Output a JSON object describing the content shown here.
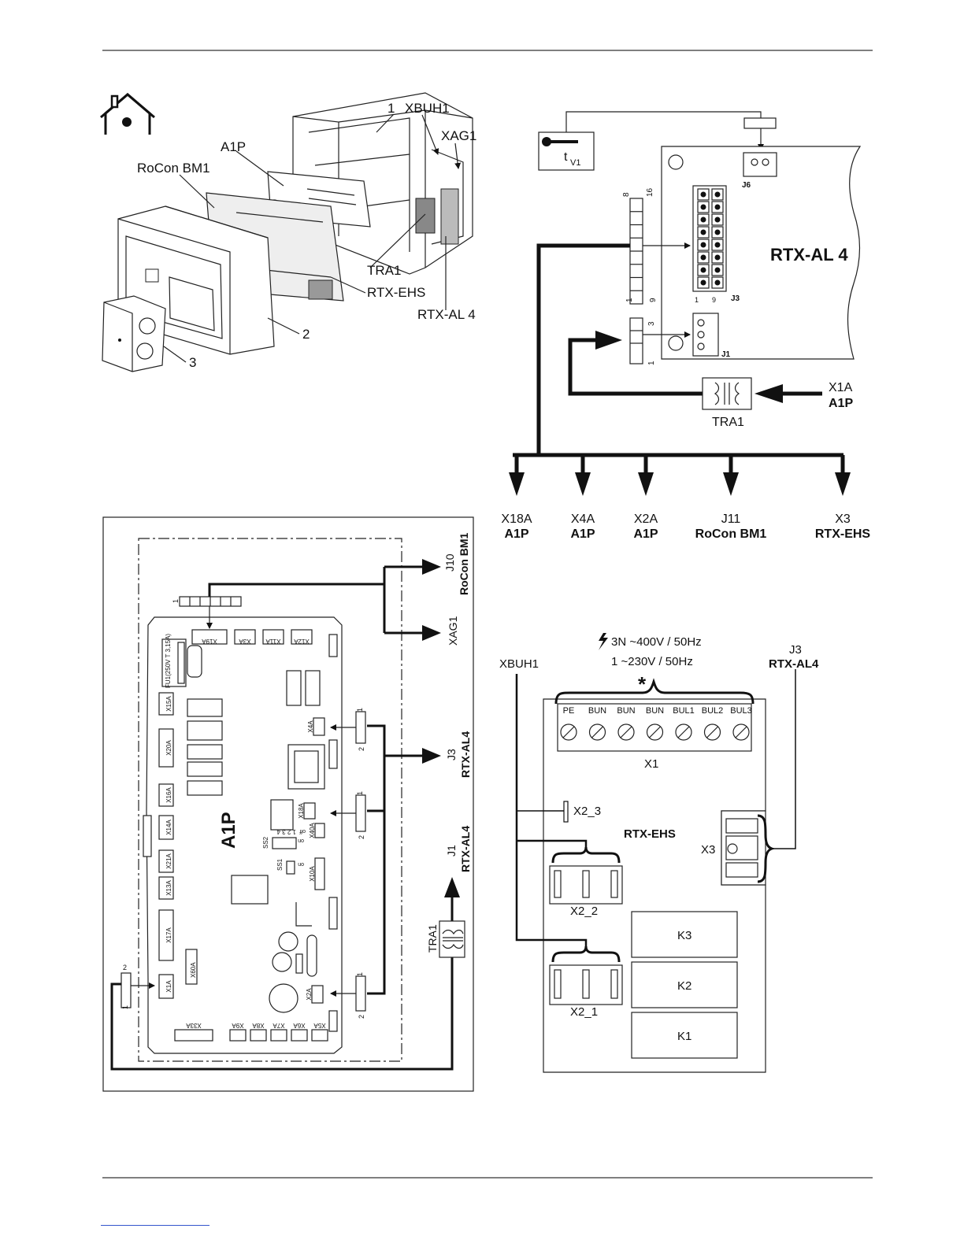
{
  "component_view": {
    "callout_1": "1",
    "callout_2": "2",
    "callout_3": "3",
    "label_xbuh1": "XBUH1",
    "label_xag1": "XAG1",
    "label_a1p": "A1P",
    "label_rocon": "RoCon BM1",
    "label_tra1": "TRA1",
    "label_rtx_ehs": "RTX-EHS",
    "label_rtx_al4": "RTX-AL 4",
    "home_icon": "house-with-dot-icon"
  },
  "rtx_al4_diagram": {
    "sensor_t": "t",
    "sensor_sub": "V1",
    "board_title": "RTX-AL 4",
    "j6": "J6",
    "j3": "J3",
    "j1": "J1",
    "conn_top_8": "8",
    "conn_top_16": "16",
    "conn_bot_1": "1",
    "conn_bot_9": "9",
    "j3_pin1": "1",
    "j3_pin9": "9",
    "conn_j1_3": "3",
    "conn_j1_1": "1",
    "tra1": "TRA1",
    "input_conn": "X1A",
    "input_board": "A1P",
    "outputs": [
      {
        "conn": "X18A",
        "board": "A1P"
      },
      {
        "conn": "X4A",
        "board": "A1P"
      },
      {
        "conn": "X2A",
        "board": "A1P"
      },
      {
        "conn": "J11",
        "board": "RoCon BM1"
      },
      {
        "conn": "X3",
        "board": "RTX-EHS"
      }
    ]
  },
  "a1p_diagram": {
    "board_name": "A1P",
    "conn_labels": [
      "X19A",
      "X3A",
      "X11A",
      "X12A"
    ],
    "left_conns": [
      "X15A",
      "X20A",
      "X16A",
      "X14A",
      "X21A",
      "X13A",
      "X17A",
      "X1A"
    ],
    "bottom_conns": [
      "X33A",
      "X9A",
      "X8A",
      "X7A",
      "X6A",
      "X5A"
    ],
    "right_conns": [
      "X4A",
      "X18A",
      "X40A",
      "X10A",
      "X2A"
    ],
    "x60a": "X60A",
    "fuse": "FU1(250V T 3,15A)",
    "ss1": "SS1",
    "ss2": "SS2",
    "ss_on": "on",
    "ss_off": "off",
    "ss_numbers": "1 2 3 4",
    "pin1": "1",
    "pin2": "2",
    "out_j10_conn": "J10",
    "out_j10_board": "RoCon BM1",
    "out_xag1": "XAG1",
    "out_j3_conn": "J3",
    "out_j3_board": "RTX-AL4",
    "out_j1_conn": "J1",
    "out_j1_board": "RTX-AL4",
    "tra1": "TRA1"
  },
  "rtx_ehs_diagram": {
    "supply_1": "3N ~400V / 50Hz",
    "supply_2": "1 ~230V / 50Hz",
    "asterisk": "*",
    "j3_conn": "J3",
    "j3_board": "RTX-AL4",
    "xbuh1": "XBUH1",
    "terminals": [
      "PE",
      "BUN",
      "BUN",
      "BUN",
      "BUL1",
      "BUL2",
      "BUL3"
    ],
    "x1": "X1",
    "x2_3": "X2_3",
    "board_name": "RTX-EHS",
    "x3": "X3",
    "x2_2": "X2_2",
    "x2_1": "X2_1",
    "relays": [
      "K3",
      "K2",
      "K1"
    ]
  }
}
